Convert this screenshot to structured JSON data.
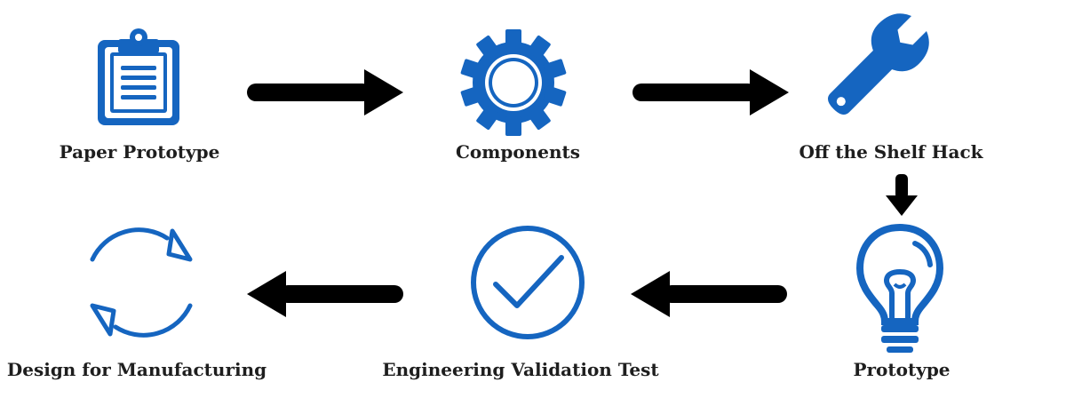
{
  "diagram": {
    "nodes": [
      {
        "id": "paper-prototype",
        "label": "Paper Prototype",
        "icon": "clipboard-icon"
      },
      {
        "id": "components",
        "label": "Components",
        "icon": "gear-icon"
      },
      {
        "id": "off-the-shelf-hack",
        "label": "Off the Shelf Hack",
        "icon": "wrench-icon"
      },
      {
        "id": "prototype",
        "label": "Prototype",
        "icon": "lightbulb-icon"
      },
      {
        "id": "engineering-validation-test",
        "label": "Engineering Validation Test",
        "icon": "checkmark-circle-icon"
      },
      {
        "id": "design-for-manufacturing",
        "label": "Design for Manufacturing",
        "icon": "cycle-arrows-icon"
      }
    ],
    "edges": [
      {
        "from": "paper-prototype",
        "to": "components"
      },
      {
        "from": "components",
        "to": "off-the-shelf-hack"
      },
      {
        "from": "off-the-shelf-hack",
        "to": "prototype"
      },
      {
        "from": "prototype",
        "to": "engineering-validation-test"
      },
      {
        "from": "engineering-validation-test",
        "to": "design-for-manufacturing"
      }
    ],
    "colors": {
      "icon": "#1565c0",
      "arrow": "#000000",
      "text": "#1e1e1e"
    }
  }
}
